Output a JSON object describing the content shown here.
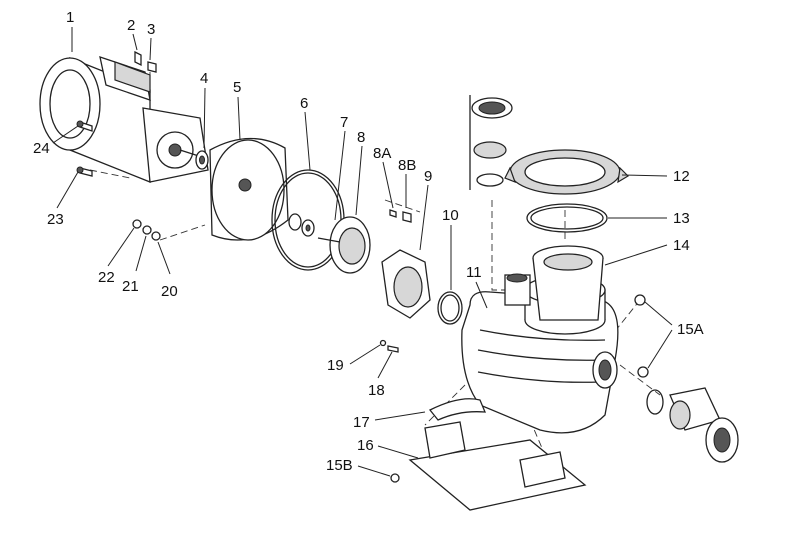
{
  "callouts": [
    {
      "id": "1",
      "text": "1"
    },
    {
      "id": "2",
      "text": "2"
    },
    {
      "id": "3",
      "text": "3"
    },
    {
      "id": "4",
      "text": "4"
    },
    {
      "id": "5",
      "text": "5"
    },
    {
      "id": "6",
      "text": "6"
    },
    {
      "id": "7",
      "text": "7"
    },
    {
      "id": "8",
      "text": "8"
    },
    {
      "id": "8A",
      "text": "8A"
    },
    {
      "id": "8B",
      "text": "8B"
    },
    {
      "id": "9",
      "text": "9"
    },
    {
      "id": "10",
      "text": "10"
    },
    {
      "id": "11",
      "text": "11"
    },
    {
      "id": "12",
      "text": "12"
    },
    {
      "id": "13",
      "text": "13"
    },
    {
      "id": "14",
      "text": "14"
    },
    {
      "id": "15A",
      "text": "15A"
    },
    {
      "id": "15B",
      "text": "15B"
    },
    {
      "id": "16",
      "text": "16"
    },
    {
      "id": "17",
      "text": "17"
    },
    {
      "id": "18",
      "text": "18"
    },
    {
      "id": "19",
      "text": "19"
    },
    {
      "id": "20",
      "text": "20"
    },
    {
      "id": "21",
      "text": "21"
    },
    {
      "id": "22",
      "text": "22"
    },
    {
      "id": "23",
      "text": "23"
    },
    {
      "id": "24",
      "text": "24"
    }
  ]
}
